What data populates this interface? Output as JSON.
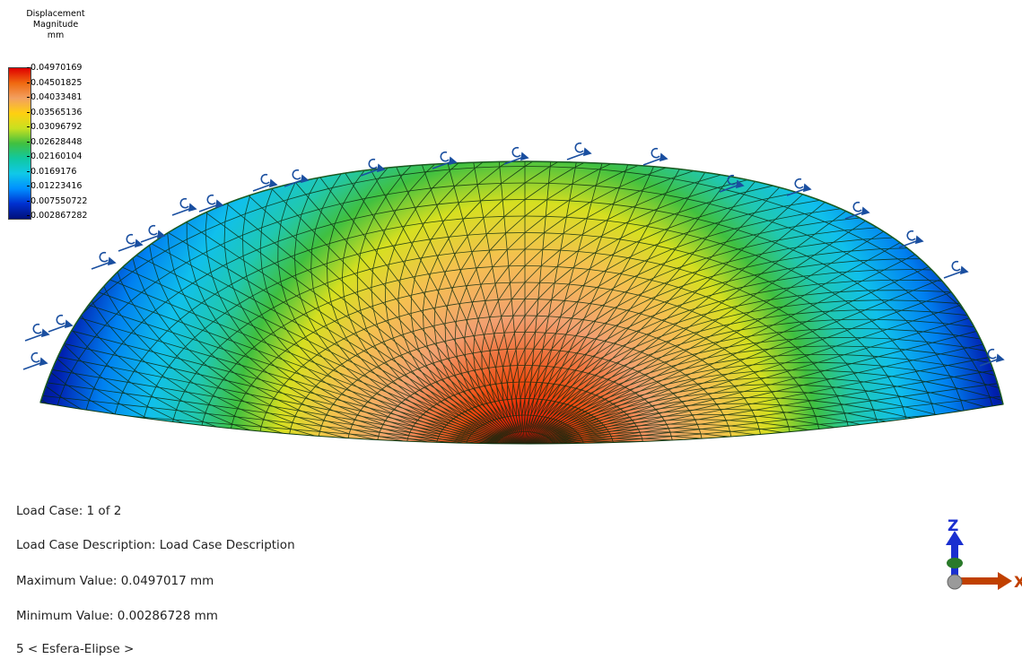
{
  "legend": {
    "title_lines": [
      "Displacement",
      "Magnitude",
      "mm"
    ],
    "values": [
      "0.04970169",
      "0.04501825",
      "0.04033481",
      "0.03565136",
      "0.03096792",
      "0.02628448",
      "0.02160104",
      "0.0169176",
      "0.01223416",
      "0.007550722",
      "0.002867282"
    ],
    "colors": [
      "#e00000",
      "#f06a10",
      "#f2a060",
      "#ffd010",
      "#c8e020",
      "#40c040",
      "#10c8a0",
      "#10c8e8",
      "#0090ff",
      "#0030d0",
      "#00107a"
    ]
  },
  "info": {
    "load_case": "Load Case:  1 of 2",
    "description": "Load Case Description:  Load Case Description",
    "max_value": "Maximum Value: 0.0497017 mm",
    "min_value": "Minimum Value: 0.00286728 mm",
    "model": "5 < Esfera-Elipse >"
  },
  "triad": {
    "z_label": "Z",
    "x_label": "X",
    "z_color": "#1a2fd0",
    "x_color": "#c04000"
  }
}
